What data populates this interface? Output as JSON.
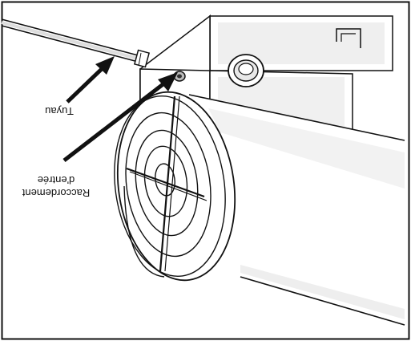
{
  "labels": {
    "tube": "Tuyau",
    "inlet_line1": "Raccordement",
    "inlet_line2": "d'entrée"
  }
}
